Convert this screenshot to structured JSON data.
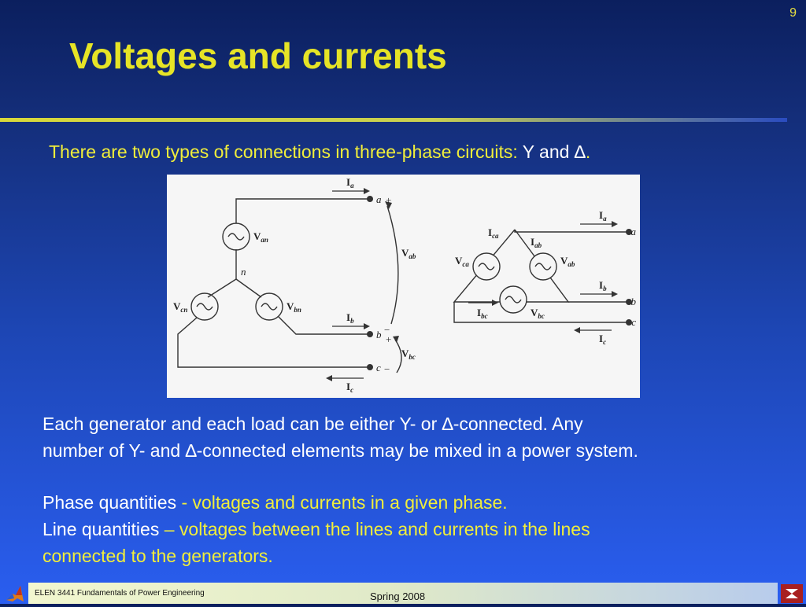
{
  "slide": {
    "page_number": "9",
    "title": "Voltages and currents",
    "intro_yellow": "There are two types of connections in three-phase circuits: ",
    "intro_white": "Y and ∆",
    "intro_end": "."
  },
  "body": {
    "para1_a": "Each generator and each load can be either Y- or ∆-connected. Any",
    "para1_b": "number of Y- and ∆-connected elements may be mixed in a power system.",
    "phase_label": "Phase quantities ",
    "phase_def": "- voltages and currents in a given phase.",
    "line_label": "Line quantities ",
    "line_def_a": "– voltages between the lines and currents in the lines",
    "line_def_b": "connected to the generators."
  },
  "figure": {
    "y": {
      "Ia": "I",
      "Ia_sub": "a",
      "Ib": "I",
      "Ib_sub": "b",
      "Ic": "I",
      "Ic_sub": "c",
      "Van": "V",
      "Van_sub": "an",
      "Vbn": "V",
      "Vbn_sub": "bn",
      "Vcn": "V",
      "Vcn_sub": "cn",
      "Vab": "V",
      "Vab_sub": "ab",
      "Vbc": "V",
      "Vbc_sub": "bc",
      "n": "n",
      "a": "a",
      "b": "b",
      "c": "c",
      "plus": "+",
      "minus": "−"
    },
    "delta": {
      "Ia": "I",
      "Ia_sub": "a",
      "Ib": "I",
      "Ib_sub": "b",
      "Ic": "I",
      "Ic_sub": "c",
      "Ica": "I",
      "Ica_sub": "ca",
      "Iab": "I",
      "Iab_sub": "ab",
      "Ibc": "I",
      "Ibc_sub": "bc",
      "Vca": "V",
      "Vca_sub": "ca",
      "Vab": "V",
      "Vab_sub": "ab",
      "Vbc": "V",
      "Vbc_sub": "bc",
      "a": "a",
      "b": "b",
      "c": "c"
    }
  },
  "footer": {
    "course": "ELEN 3441 Fundamentals of Power Engineering",
    "term": "Spring 2008"
  }
}
